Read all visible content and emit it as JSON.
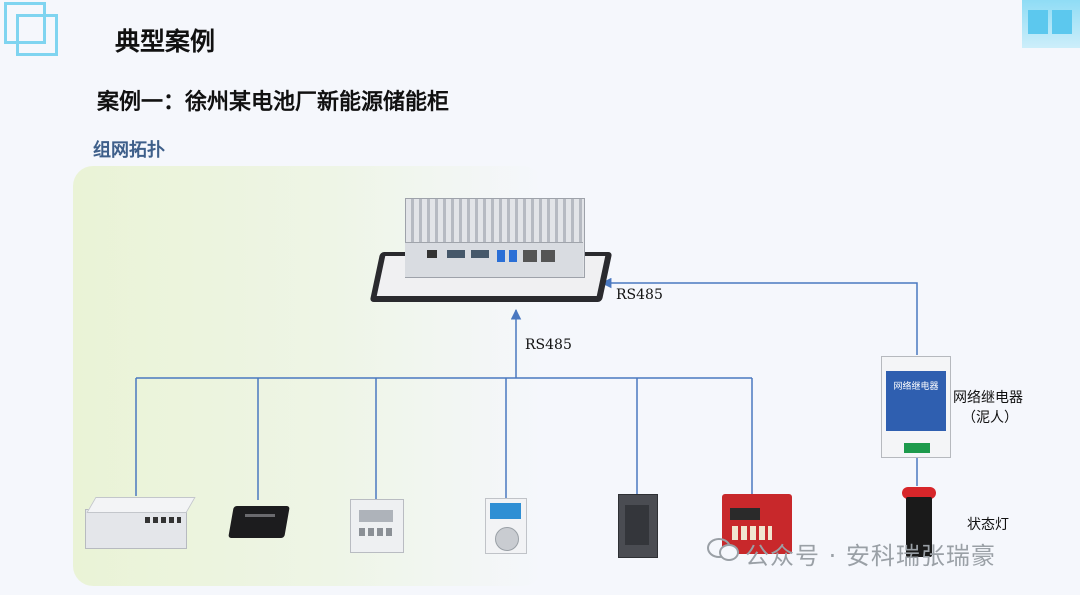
{
  "title": "典型案例",
  "case_title": "案例一：徐州某电池厂新能源储能柜",
  "section_title": "组网拓扑",
  "links": {
    "bus_label": "RS485",
    "relay_link_label": "RS485"
  },
  "relay": {
    "name": "网络继电器",
    "sub": "（泥人）",
    "plate_text": "网络继电器"
  },
  "lamp": {
    "name": "状态灯"
  },
  "watermark": "公众号 · 安科瑞张瑞豪",
  "colors": {
    "line": "#4a78c0",
    "title_text": "#111111",
    "section_text": "#3e5f8a"
  }
}
